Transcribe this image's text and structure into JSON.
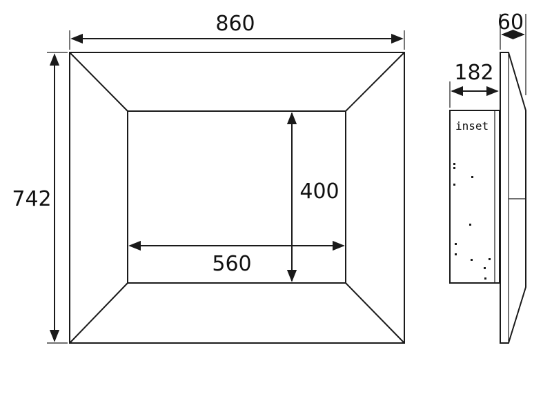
{
  "front_view": {
    "outer_width_label": "860",
    "outer_height_label": "742",
    "inner_width_label": "560",
    "inner_height_label": "400"
  },
  "side_view": {
    "depth_label": "60",
    "inset_depth_label": "182",
    "inset_label": "inset"
  },
  "colors": {
    "line": "#1a1a1a",
    "background": "#ffffff"
  }
}
